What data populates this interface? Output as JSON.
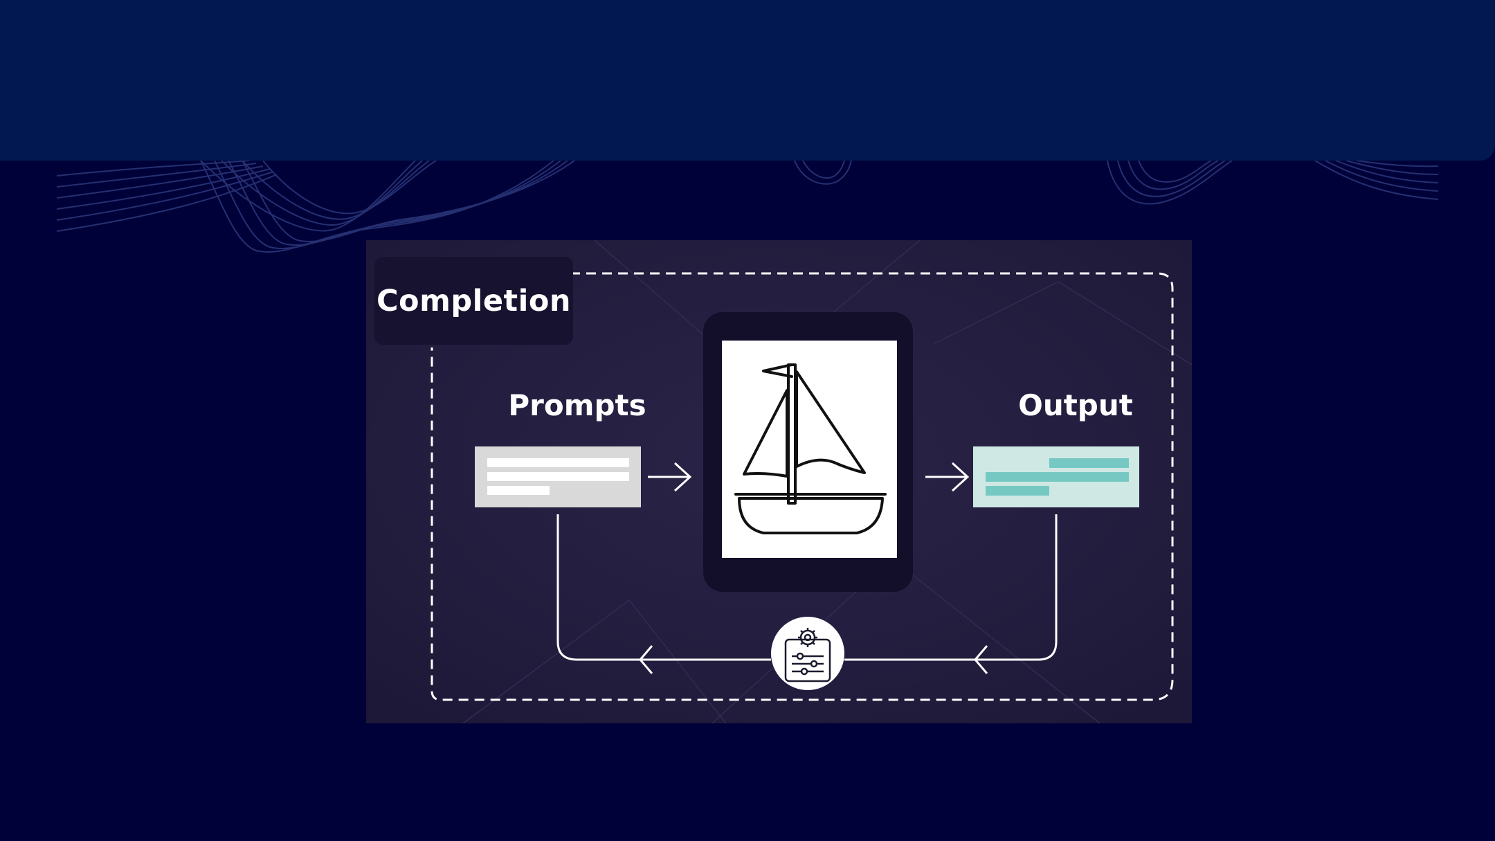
{
  "diagram": {
    "title": "Completion",
    "input_label": "Prompts",
    "output_label": "Output",
    "model_icon": "sailboat-icon",
    "feedback_icon": "settings-sliders-gear-icon",
    "colors": {
      "page_background": "#01013a",
      "top_band": "#011950",
      "panel": "#221c3e",
      "title_box": "#17122f",
      "model_box": "#130f2b",
      "prompt_card": "#d9d9d9",
      "output_card": "#d0e8e4",
      "output_lines": "#76c9c2",
      "connector": "#ffffff"
    }
  }
}
